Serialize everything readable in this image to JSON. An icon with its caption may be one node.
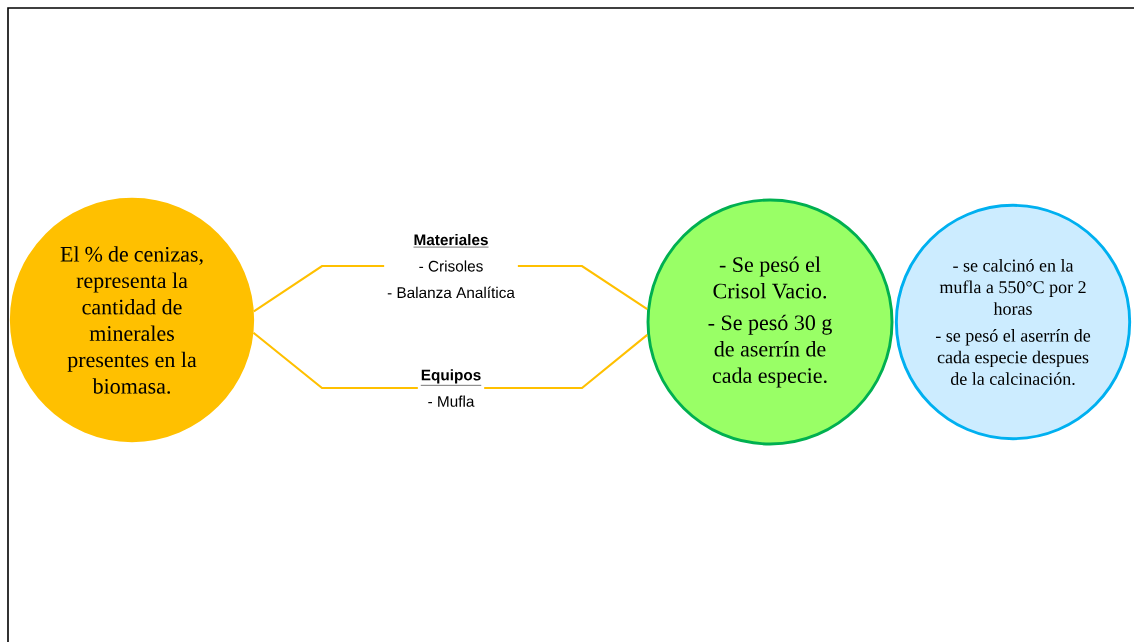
{
  "diagram": {
    "nodes": [
      {
        "text": [
          "El % de cenizas, representa la cantidad de minerales presentes en la biomasa."
        ]
      },
      {
        "text": [
          "Materiales",
          "- Crisoles",
          "- Balanza Analítica"
        ]
      },
      {
        "text": [
          "Equipos",
          "- Mufla"
        ]
      },
      {
        "text": [
          "- Se pesó el Crisol Vacio.",
          "- Se pesó 30 g de aserrín de cada especie."
        ]
      },
      {
        "text": [
          "- se calcinó en la mufla a 550°C por 2 horas",
          "- se pesó el aserrín de cada especie despues de la calcinación."
        ]
      }
    ],
    "edges": [
      {
        "from": 0,
        "to": 1,
        "arrow": "none"
      },
      {
        "from": 0,
        "to": 2,
        "arrow": "none"
      },
      {
        "from": 1,
        "to": 3,
        "arrow": "none"
      },
      {
        "from": 2,
        "to": 3,
        "arrow": "none"
      }
    ]
  }
}
